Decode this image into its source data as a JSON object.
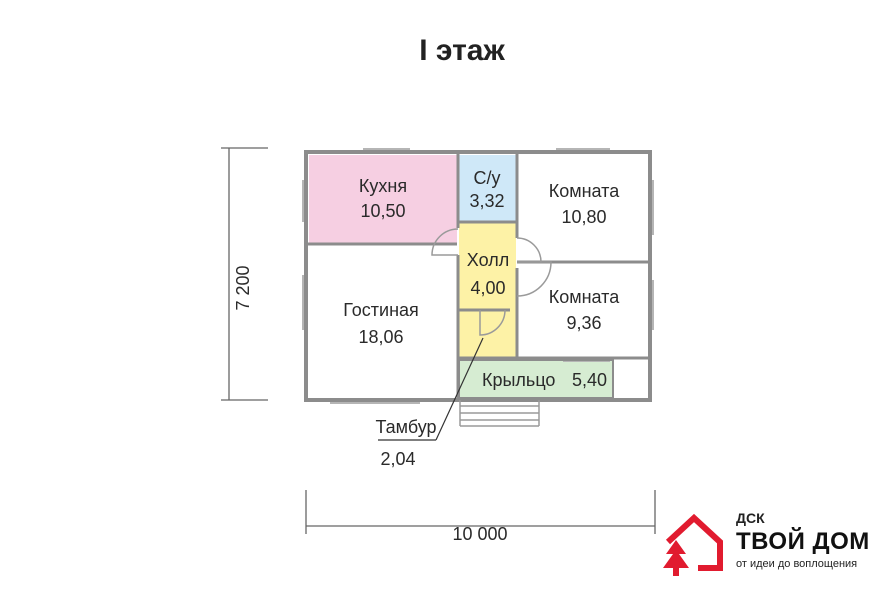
{
  "title": "I этаж",
  "rooms": {
    "kitchen": {
      "name": "Кухня",
      "area": "10,50"
    },
    "bathroom": {
      "name": "С/у",
      "area": "3,32"
    },
    "room1": {
      "name": "Комната",
      "area": "10,80"
    },
    "hall": {
      "name": "Холл",
      "area": "4,00"
    },
    "room2": {
      "name": "Комната",
      "area": "9,36"
    },
    "living": {
      "name": "Гостиная",
      "area": "18,06"
    },
    "porch": {
      "name": "Крыльцо",
      "area": "5,40"
    },
    "vestibule": {
      "name": "Тамбур",
      "area": "2,04"
    }
  },
  "dimensions": {
    "height": "7 200",
    "width": "10 000"
  },
  "colors": {
    "kitchen": "#f6cfe2",
    "bathroom": "#cfe8f8",
    "hall": "#fdf2a6",
    "porch": "#d6ecd2",
    "wall": "#8c8c8c",
    "logo_red": "#e11b2f"
  },
  "logo": {
    "small": "ДСК",
    "main": "ТВОЙ ДОМ",
    "tagline": "от идеи до воплощения"
  }
}
